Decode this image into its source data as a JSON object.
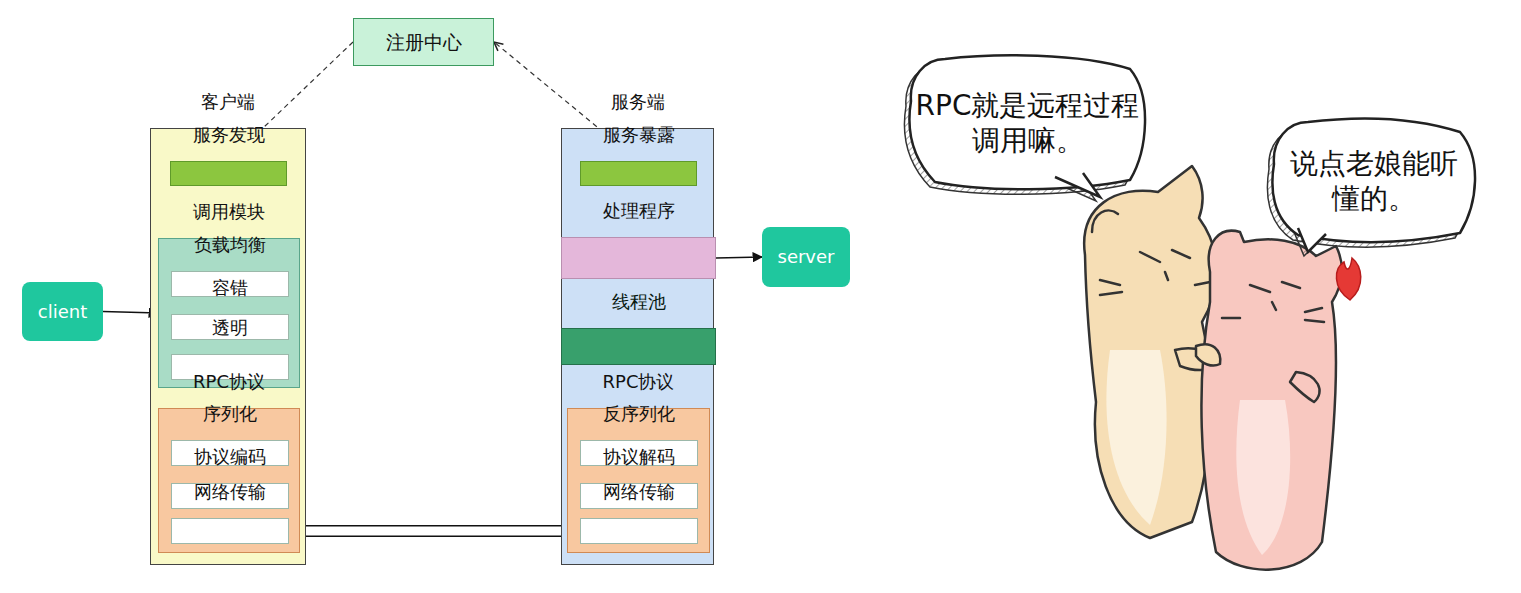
{
  "diagram": {
    "nodes": [
      {
        "text": [
          "注册中心"
        ]
      },
      {
        "text": [
          "客户端"
        ]
      },
      {
        "text": [
          "服务发现"
        ],
        "in": 1
      },
      {
        "text": [
          "调用模块"
        ],
        "in": 1
      },
      {
        "text": [
          "负载均衡"
        ],
        "in": 3
      },
      {
        "text": [
          "容错"
        ],
        "in": 3
      },
      {
        "text": [
          "透明"
        ],
        "in": 3
      },
      {
        "text": [
          "RPC协议"
        ],
        "in": 1
      },
      {
        "text": [
          "序列化"
        ],
        "in": 7
      },
      {
        "text": [
          "协议编码"
        ],
        "in": 7
      },
      {
        "text": [
          "网络传输"
        ],
        "in": 7
      },
      {
        "text": [
          "服务端"
        ]
      },
      {
        "text": [
          "服务暴露"
        ],
        "in": 11
      },
      {
        "text": [
          "处理程序"
        ],
        "in": 11
      },
      {
        "text": [
          "线程池"
        ],
        "in": 11
      },
      {
        "text": [
          "RPC协议"
        ],
        "in": 11
      },
      {
        "text": [
          "反序列化"
        ],
        "in": 15
      },
      {
        "text": [
          "协议解码"
        ],
        "in": 15
      },
      {
        "text": [
          "网络传输"
        ],
        "in": 15
      },
      {
        "text": [
          "client"
        ]
      },
      {
        "text": [
          "server"
        ]
      },
      {
        "text": [
          "RPC就是远程过程调用嘛。"
        ]
      },
      {
        "text": [
          "说点老娘能听懂的。"
        ]
      }
    ],
    "edges": [
      {
        "from": 0,
        "to": 2,
        "arrow": "to"
      },
      {
        "from": 12,
        "to": 0,
        "arrow": "to"
      },
      {
        "from": 3,
        "to": 2,
        "arrow": "to"
      },
      {
        "from": 19,
        "to": 3,
        "arrow": "to"
      },
      {
        "from": 13,
        "to": 20,
        "arrow": "to"
      },
      {
        "from": 10,
        "to": 18,
        "arrow": "to"
      },
      {
        "from": 18,
        "to": 10,
        "arrow": "to"
      }
    ]
  }
}
